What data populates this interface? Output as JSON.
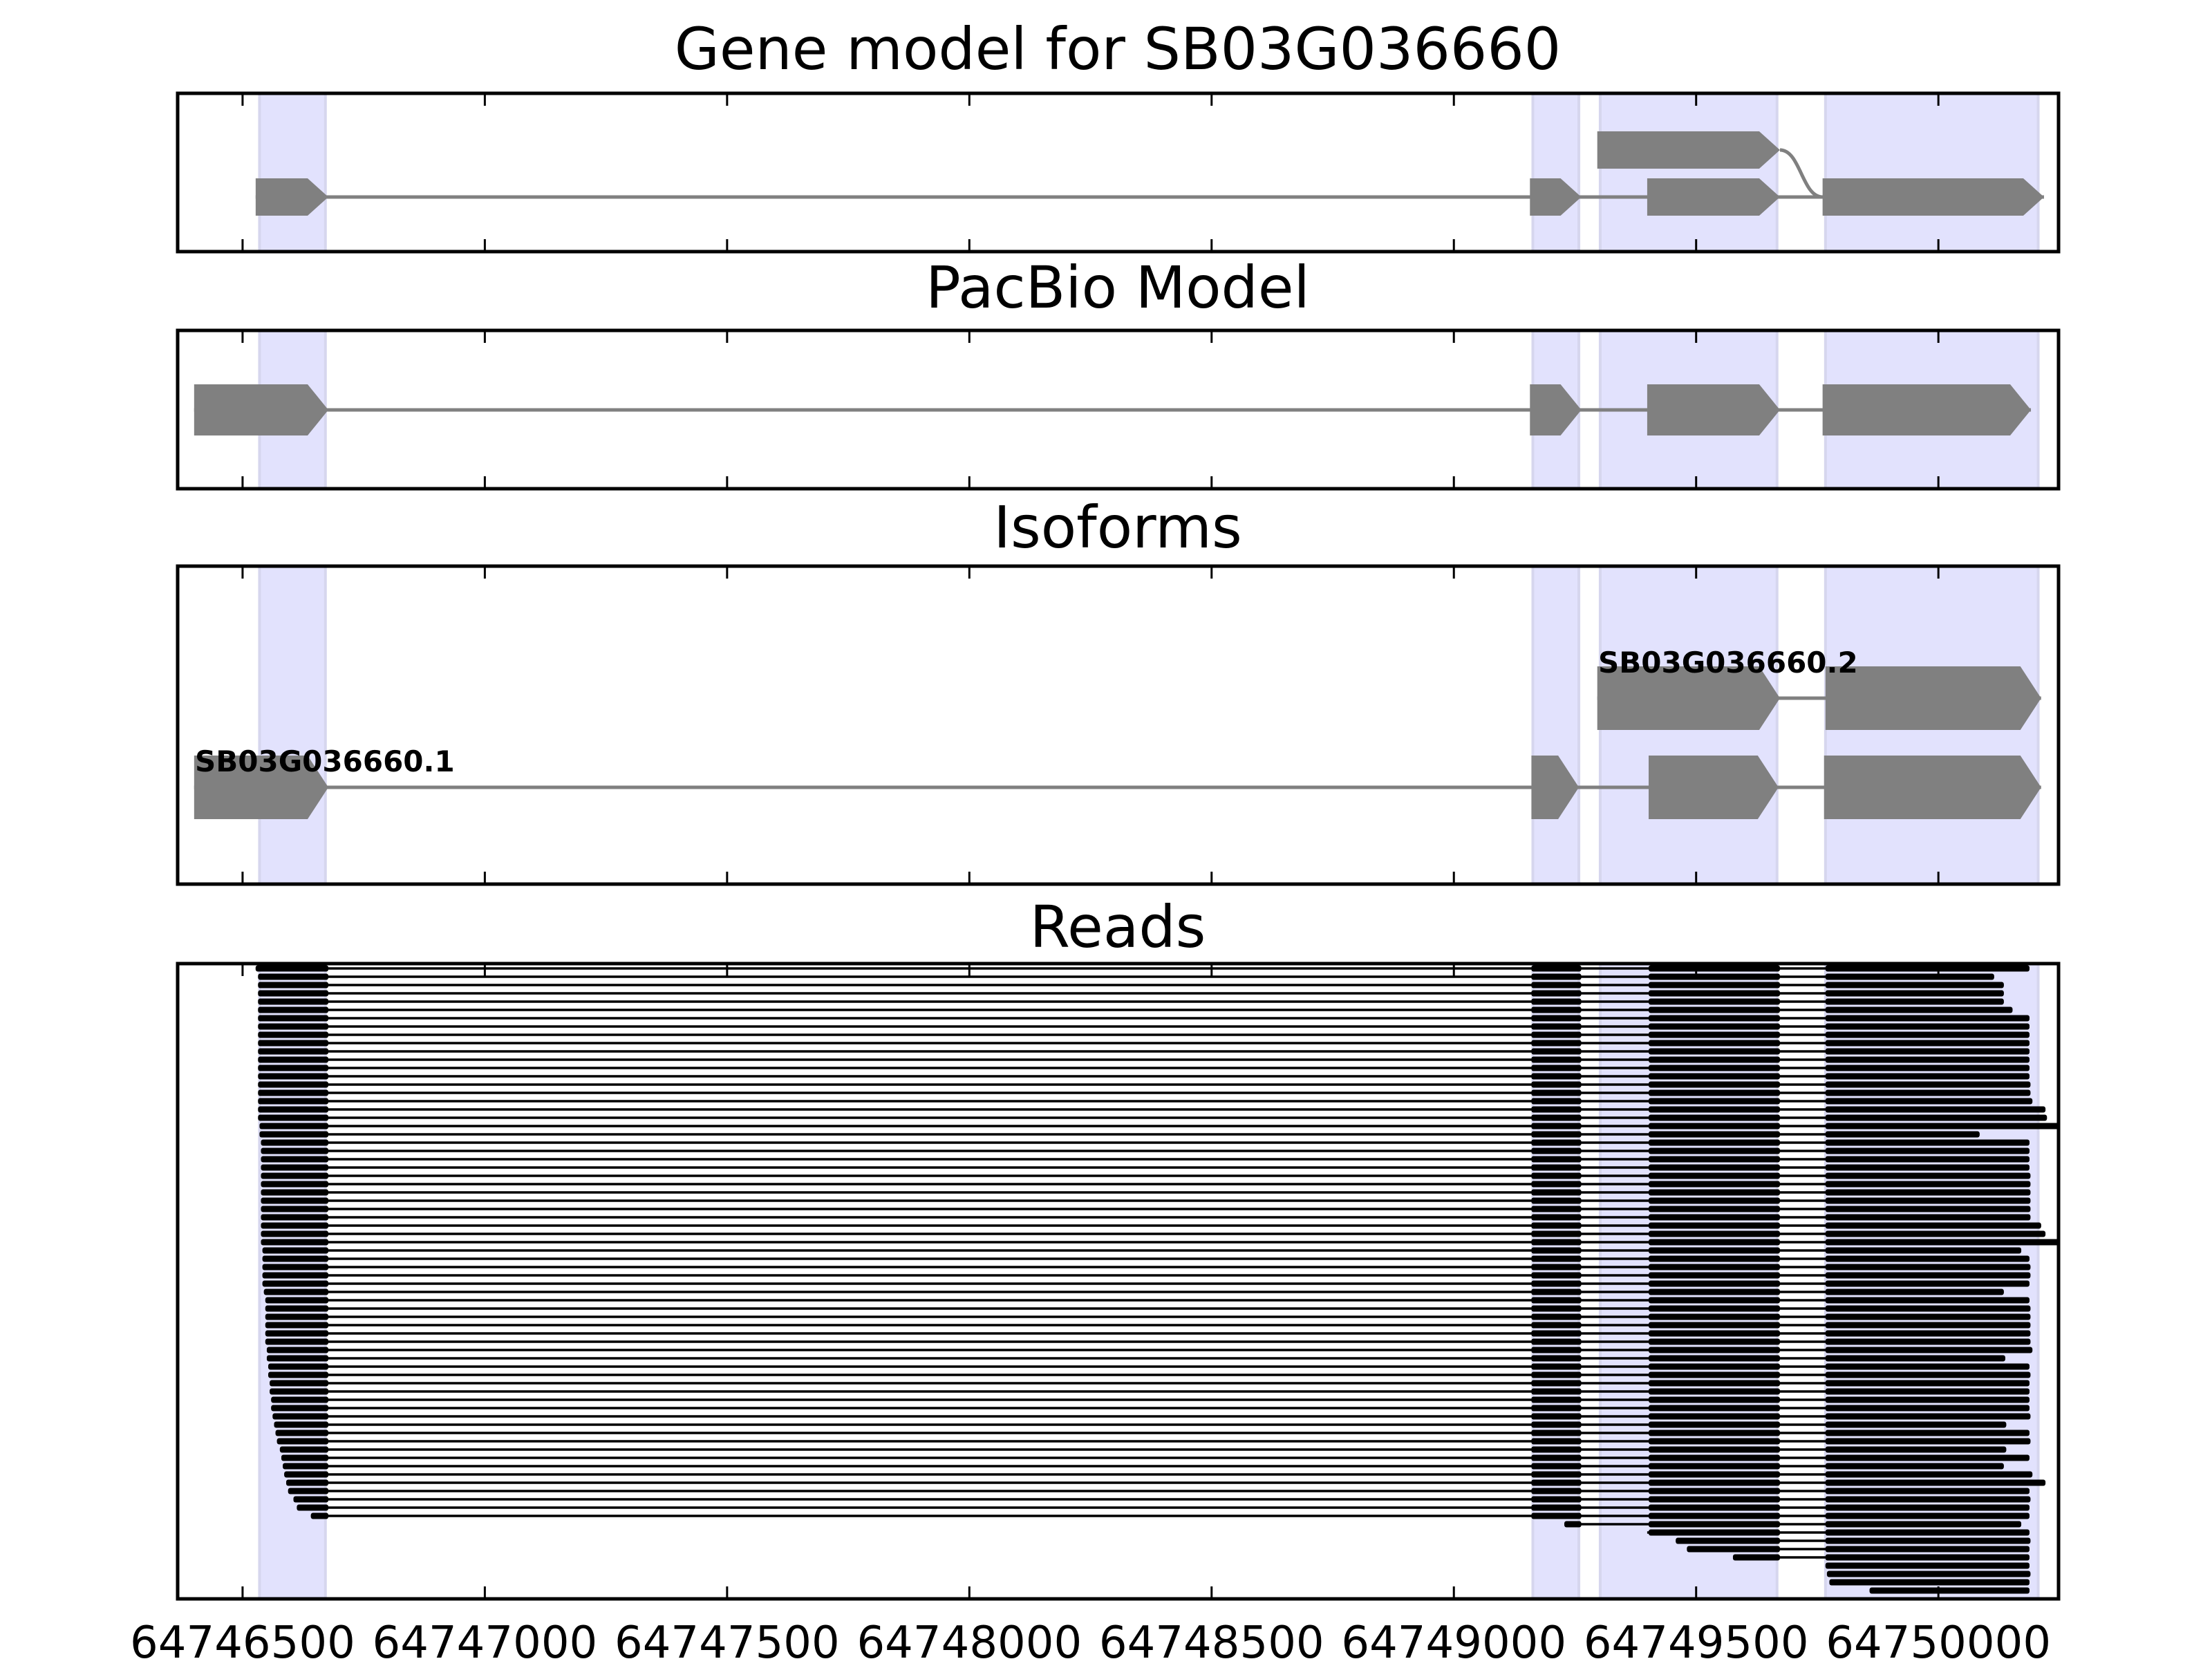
{
  "chart_data": {
    "type": "gene-track",
    "xlim": [
      64746366,
      64750248
    ],
    "xticks": [
      64746500,
      64747000,
      64747500,
      64748000,
      64748500,
      64749000,
      64749500,
      64750000
    ],
    "xtick_labels": [
      "64746500",
      "64747000",
      "64747500",
      "64748000",
      "64748500",
      "64749000",
      "64749500",
      "64750000"
    ],
    "colors": {
      "feature": "#808080",
      "shade": "#e2e2fd",
      "shade_edge": "#d6d6ee",
      "read": "#000000"
    },
    "shaded_regions": [
      [
        64746535,
        64746671
      ],
      [
        64749163,
        64749258
      ],
      [
        64749302,
        64749667
      ],
      [
        64749767,
        64750206
      ]
    ],
    "panels": [
      {
        "title": "Gene model for SB03G036660",
        "tracks": [
          {
            "label": "",
            "exons": [
              [
                64746527,
                64746677
              ],
              [
                64749157,
                64749263
              ],
              [
                64749399,
                64749673
              ],
              [
                64749761,
                64750218
              ]
            ]
          },
          {
            "label": "",
            "exons": [
              [
                64749296,
                64749673
              ]
            ],
            "joins_track": 0,
            "join_to": 64749761
          }
        ]
      },
      {
        "title": "PacBio Model",
        "tracks": [
          {
            "label": "",
            "exons": [
              [
                64746400,
                64746677
              ],
              [
                64749157,
                64749263
              ],
              [
                64749399,
                64749673
              ],
              [
                64749761,
                64750191
              ]
            ]
          }
        ]
      },
      {
        "title": "Isoforms",
        "tracks": [
          {
            "label": "SB03G036660.1",
            "exons": [
              [
                64746400,
                64746677
              ],
              [
                64749160,
                64749258
              ],
              [
                64749402,
                64749670
              ],
              [
                64749764,
                64750212
              ]
            ]
          },
          {
            "label": "SB03G036660.2",
            "exons": [
              [
                64749296,
                64749673
              ],
              [
                64749767,
                64750212
              ]
            ]
          }
        ]
      },
      {
        "title": "Reads",
        "read_exons": [
          [
            0,
            64746677
          ],
          [
            64749160,
            64749263
          ],
          [
            64749402,
            64749673
          ],
          [
            64749767,
            0
          ]
        ],
        "reads": [
          [
            64746527,
            64750188
          ],
          [
            64746532,
            64750115
          ],
          [
            64746532,
            64750135
          ],
          [
            64746532,
            64750135
          ],
          [
            64746532,
            64750135
          ],
          [
            64746532,
            64750153
          ],
          [
            64746532,
            64750188
          ],
          [
            64746532,
            64750188
          ],
          [
            64746532,
            64750188
          ],
          [
            64746532,
            64750188
          ],
          [
            64746532,
            64750188
          ],
          [
            64746532,
            64750188
          ],
          [
            64746532,
            64750188
          ],
          [
            64746532,
            64750188
          ],
          [
            64746532,
            64750190
          ],
          [
            64746532,
            64750190
          ],
          [
            64746532,
            64750194
          ],
          [
            64746532,
            64750221
          ],
          [
            64746532,
            64750224
          ],
          [
            64746535,
            64750300
          ],
          [
            64746535,
            64750085
          ],
          [
            64746538,
            64750188
          ],
          [
            64746538,
            64750188
          ],
          [
            64746538,
            64750188
          ],
          [
            64746538,
            64750188
          ],
          [
            64746538,
            64750190
          ],
          [
            64746538,
            64750190
          ],
          [
            64746538,
            64750190
          ],
          [
            64746538,
            64750190
          ],
          [
            64746538,
            64750190
          ],
          [
            64746538,
            64750190
          ],
          [
            64746538,
            64750212
          ],
          [
            64746538,
            64750221
          ],
          [
            64746538,
            64750300
          ],
          [
            64746541,
            64750171
          ],
          [
            64746541,
            64750188
          ],
          [
            64746541,
            64750190
          ],
          [
            64746541,
            64750190
          ],
          [
            64746541,
            64750188
          ],
          [
            64746544,
            64750135
          ],
          [
            64746547,
            64750188
          ],
          [
            64746547,
            64750190
          ],
          [
            64746547,
            64750190
          ],
          [
            64746547,
            64750190
          ],
          [
            64746547,
            64750190
          ],
          [
            64746547,
            64750190
          ],
          [
            64746550,
            64750194
          ],
          [
            64746550,
            64750138
          ],
          [
            64746553,
            64750188
          ],
          [
            64746553,
            64750190
          ],
          [
            64746556,
            64750188
          ],
          [
            64746556,
            64750188
          ],
          [
            64746559,
            64750188
          ],
          [
            64746559,
            64750188
          ],
          [
            64746562,
            64750190
          ],
          [
            64746565,
            64750140
          ],
          [
            64746568,
            64750188
          ],
          [
            64746571,
            64750190
          ],
          [
            64746577,
            64750140
          ],
          [
            64746580,
            64750188
          ],
          [
            64746583,
            64750135
          ],
          [
            64746586,
            64750194
          ],
          [
            64746590,
            64750221
          ],
          [
            64746594,
            64750188
          ],
          [
            64746605,
            64750190
          ],
          [
            64746612,
            64750188
          ],
          [
            64746641,
            64750188
          ],
          [
            64749228,
            64750171
          ],
          [
            64749399,
            64750188
          ],
          [
            64749458,
            64750190
          ],
          [
            64749481,
            64750188
          ],
          [
            64749576,
            64750188
          ],
          [
            64749767,
            64750188
          ],
          [
            64749770,
            64750190
          ],
          [
            64749775,
            64750188
          ],
          [
            64749858,
            64750188
          ]
        ]
      }
    ]
  }
}
